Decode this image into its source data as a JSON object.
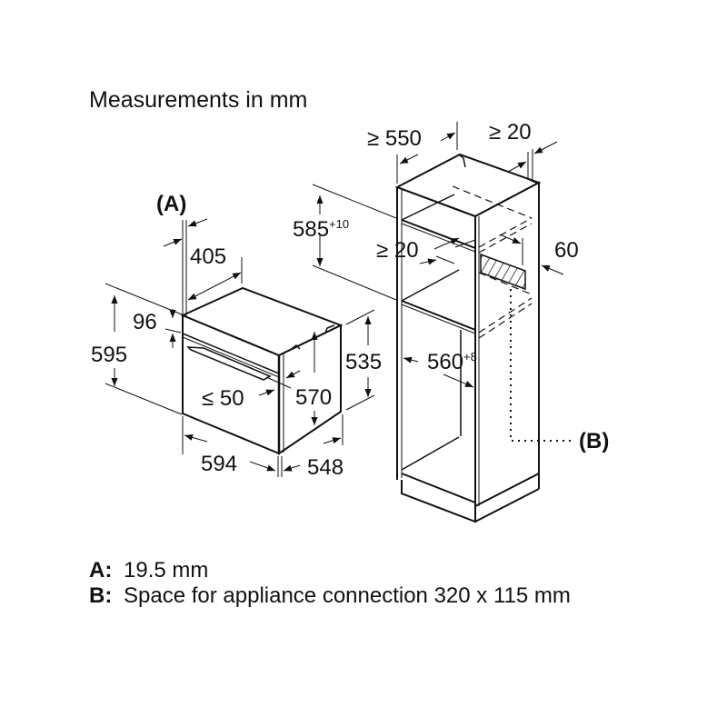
{
  "title": "Measurements in mm",
  "oven": {
    "label_A": "(A)",
    "depth_front": "405",
    "panel_height": "96",
    "total_height": "595",
    "door_gap": "≤ 50",
    "body_height": "570",
    "body_height_rear": "535",
    "width": "594",
    "depth": "548"
  },
  "cabinet": {
    "min_depth": "≥ 550",
    "min_rear_gap": "≥ 20",
    "niche_height": "585",
    "niche_height_tolerance": "+10",
    "min_shelf_gap": "≥ 20",
    "rear_clearance": "60",
    "niche_width": "560",
    "niche_width_tolerance": "+8",
    "label_B": "(B)"
  },
  "legend": [
    {
      "key": "A:",
      "text": "19.5 mm"
    },
    {
      "key": "B:",
      "text": "Space for appliance connection 320 x 115 mm"
    }
  ]
}
